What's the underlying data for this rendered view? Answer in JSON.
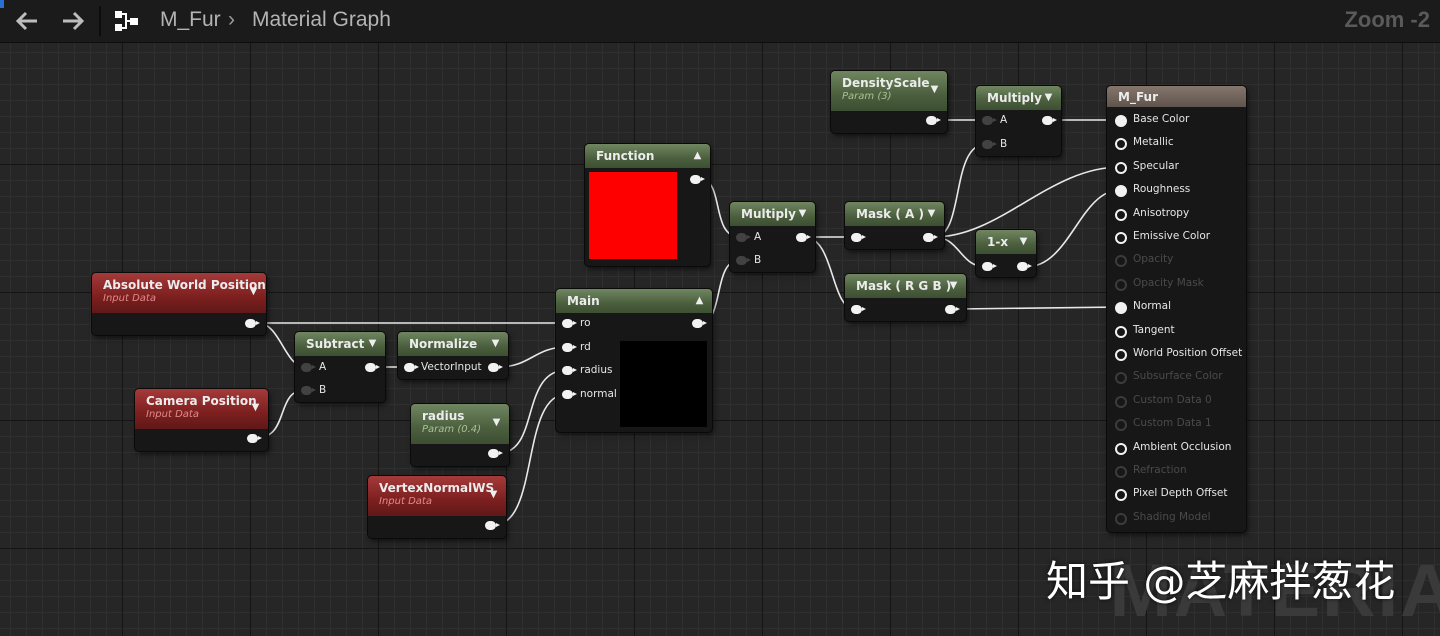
{
  "toolbar": {
    "back_icon": "arrow-left-icon",
    "forward_icon": "arrow-right-icon",
    "graph_icon": "node-graph-icon",
    "breadcrumb_asset": "M_Fur",
    "breadcrumb_graph": "Material Graph",
    "zoom": "Zoom -2"
  },
  "nodes": {
    "density_scale": {
      "title": "DensityScale",
      "subtitle": "Param (3)"
    },
    "multiply_top": {
      "title": "Multiply",
      "pin_a": "A",
      "pin_b": "B"
    },
    "function": {
      "title": "Function",
      "swatch_color": "#ff0000"
    },
    "multiply_mid": {
      "title": "Multiply",
      "pin_a": "A",
      "pin_b": "B"
    },
    "mask_a": {
      "title": "Mask ( A )"
    },
    "one_minus_x": {
      "title": "1-x"
    },
    "mask_rgb": {
      "title": "Mask ( R G B )"
    },
    "abs_world_pos": {
      "title": "Absolute World Position",
      "subtitle": "Input Data"
    },
    "camera_pos": {
      "title": "Camera Position",
      "subtitle": "Input Data"
    },
    "subtract": {
      "title": "Subtract",
      "pin_a": "A",
      "pin_b": "B"
    },
    "normalize": {
      "title": "Normalize",
      "pin_in": "VectorInput"
    },
    "main": {
      "title": "Main",
      "pins": [
        "ro",
        "rd",
        "radius",
        "normal"
      ],
      "swatch_color": "#000000"
    },
    "radius_param": {
      "title": "radius",
      "subtitle": "Param (0.4)"
    },
    "vertex_normal": {
      "title": "VertexNormalWS",
      "subtitle": "Input Data"
    },
    "material_output": {
      "title": "M_Fur",
      "inputs": [
        {
          "label": "Base Color",
          "active": true,
          "connected": true
        },
        {
          "label": "Metallic",
          "active": true,
          "connected": false
        },
        {
          "label": "Specular",
          "active": true,
          "connected": false
        },
        {
          "label": "Roughness",
          "active": true,
          "connected": true
        },
        {
          "label": "Anisotropy",
          "active": true,
          "connected": false
        },
        {
          "label": "Emissive Color",
          "active": true,
          "connected": false
        },
        {
          "label": "Opacity",
          "active": false,
          "connected": false
        },
        {
          "label": "Opacity Mask",
          "active": false,
          "connected": false
        },
        {
          "label": "Normal",
          "active": true,
          "connected": true
        },
        {
          "label": "Tangent",
          "active": true,
          "connected": false
        },
        {
          "label": "World Position Offset",
          "active": true,
          "connected": false
        },
        {
          "label": "Subsurface Color",
          "active": false,
          "connected": false
        },
        {
          "label": "Custom Data 0",
          "active": false,
          "connected": false
        },
        {
          "label": "Custom Data 1",
          "active": false,
          "connected": false
        },
        {
          "label": "Ambient Occlusion",
          "active": true,
          "connected": false
        },
        {
          "label": "Refraction",
          "active": false,
          "connected": false
        },
        {
          "label": "Pixel Depth Offset",
          "active": true,
          "connected": false
        },
        {
          "label": "Shading Model",
          "active": false,
          "connected": false
        }
      ]
    }
  },
  "watermark": {
    "text": "知乎 @芝麻拌葱花",
    "background_text": "MATERIAL"
  }
}
